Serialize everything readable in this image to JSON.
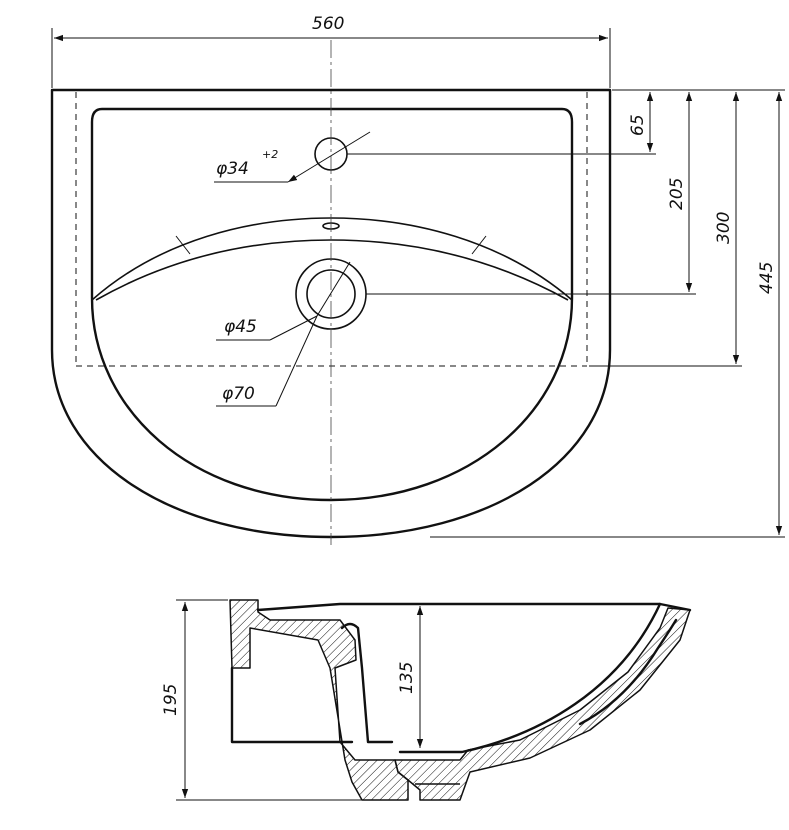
{
  "dimensions": {
    "width": "560",
    "tap_offset": "65",
    "drain_offset": "205",
    "bowl_depth_line": "300",
    "depth": "445",
    "tap_hole_dia": "φ34",
    "tap_hole_tol": "+2",
    "drain_dia_inner": "φ45",
    "drain_dia_outer": "φ70",
    "height": "195",
    "bowl_height": "135"
  },
  "colors": {
    "line": "#111111",
    "background": "#ffffff"
  }
}
